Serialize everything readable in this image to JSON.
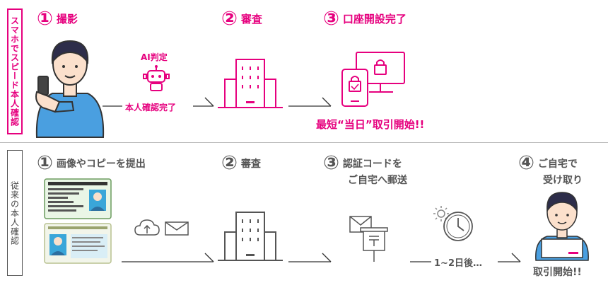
{
  "top_row": {
    "side_label": "スマホでスピード本人確認",
    "step1": {
      "num": "①",
      "label": "撮影"
    },
    "step2": {
      "num": "②",
      "label": "審査"
    },
    "step3": {
      "num": "③",
      "label": "口座開設完了"
    },
    "ai_label": "AI判定",
    "verify_label": "本人確認完了",
    "result": "最短“当日”取引開始!!"
  },
  "bottom_row": {
    "side_label": "従来の本人確認",
    "step1": {
      "num": "①",
      "label": "画像やコピーを提出"
    },
    "step2": {
      "num": "②",
      "label": "審査"
    },
    "step3": {
      "num": "③",
      "label_line1": "認証コードを",
      "label_line2": "ご自宅へ郵送"
    },
    "step4": {
      "num": "④",
      "label_line1": "ご自宅で",
      "label_line2": "受け取り"
    },
    "wait_label": "1~2日後…",
    "result": "取引開始!!"
  },
  "colors": {
    "accent": "#e6007e",
    "gray": "#555555",
    "skin": "#fbe0cc",
    "shirt": "#4a9fe0"
  }
}
